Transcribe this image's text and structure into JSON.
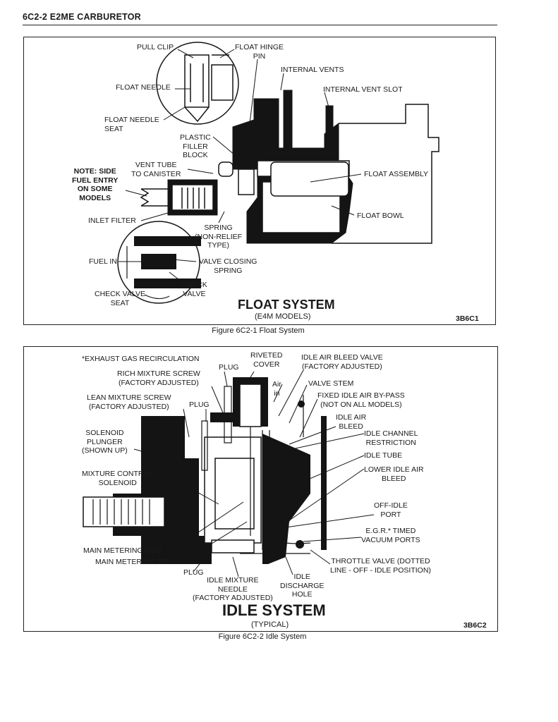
{
  "header": {
    "title": "6C2-2   E2ME CARBURETOR"
  },
  "figure1": {
    "caption": "Figure 6C2-1 Float System",
    "code": "3B6C1",
    "title": "FLOAT SYSTEM",
    "subtitle": "(E4M MODELS)",
    "labels": {
      "pull_clip": "PULL CLIP",
      "float_hinge_pin": "FLOAT HINGE\nPIN",
      "internal_vents": "INTERNAL VENTS",
      "float_needle": "FLOAT NEEDLE",
      "internal_vent_slot": "INTERNAL VENT SLOT",
      "float_needle_seat": "FLOAT NEEDLE\nSEAT",
      "plastic_filler_block": "PLASTIC\nFILLER\nBLOCK",
      "vent_tube": "VENT TUBE\nTO CANISTER",
      "note_side_fuel": "NOTE: SIDE\nFUEL ENTRY\nON SOME\nMODELS",
      "float_assembly": "FLOAT ASSEMBLY",
      "float_bowl": "FLOAT BOWL",
      "inlet_filter": "INLET FILTER",
      "spring_non_relief": "SPRING\n(NON-RELIEF\nTYPE)",
      "fuel_in": "FUEL IN",
      "valve_closing_spring": "VALVE CLOSING\nSPRING",
      "check_valve": "CHECK\nVALVE",
      "check_valve_seat": "CHECK VALVE\nSEAT"
    }
  },
  "figure2": {
    "caption": "Figure 6C2-2 Idle System",
    "code": "3B6C2",
    "title": "IDLE SYSTEM",
    "subtitle": "(TYPICAL)",
    "labels": {
      "egr_note": "*EXHAUST GAS RECIRCULATION",
      "riveted_cover": "RIVETED\nCOVER",
      "plug_top": "PLUG",
      "idle_air_bleed_valve": "IDLE AIR BLEED VALVE\n(FACTORY ADJUSTED)",
      "rich_mixture_screw": "RICH MIXTURE SCREW\n(FACTORY ADJUSTED)",
      "air_in": "Air\nin",
      "valve_stem": "VALVE STEM",
      "lean_mixture_screw": "LEAN MIXTURE SCREW\n(FACTORY ADJUSTED)",
      "plug_mid": "PLUG",
      "fixed_idle_air_bypass": "FIXED IDLE AIR BY-PASS\n(NOT ON ALL MODELS)",
      "idle_air_bleed": "IDLE AIR\nBLEED",
      "solenoid_plunger": "SOLENOID\nPLUNGER\n(SHOWN UP)",
      "idle_channel_restriction": "IDLE CHANNEL\nRESTRICTION",
      "idle_tube": "IDLE TUBE",
      "mixture_control_solenoid": "MIXTURE CONTROL\nSOLENOID",
      "lower_idle_air_bleed": "LOWER IDLE AIR\nBLEED",
      "off_idle_port": "OFF-IDLE\nPORT",
      "egr_timed_vacuum_ports": "E.G.R.* TIMED\nVACUUM PORTS",
      "main_metering_rod": "MAIN METERING ROD",
      "main_metering_jet": "MAIN METERING JET",
      "throttle_valve": "THROTTLE VALVE (DOTTED\nLINE - OFF - IDLE POSITION)",
      "plug_bottom": "PLUG",
      "idle_mixture_needle": "IDLE MIXTURE\nNEEDLE\n(FACTORY ADJUSTED)",
      "idle_discharge_hole": "IDLE\nDISCHARGE\nHOLE"
    }
  }
}
